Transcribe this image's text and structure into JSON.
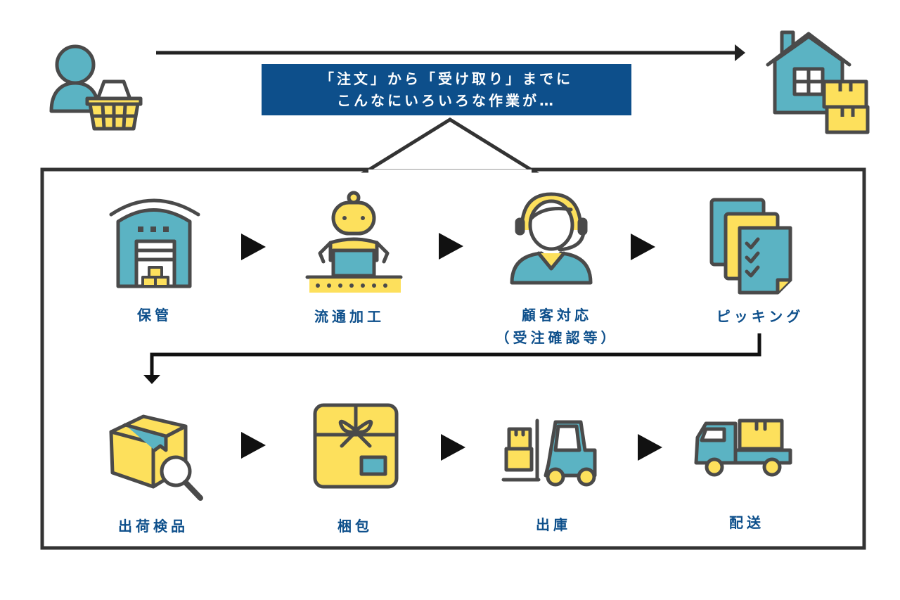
{
  "banner": {
    "line1": "「注文」から「受け取り」までに",
    "line2": "こんなにいろいろな作業が…"
  },
  "steps": [
    {
      "label": "保管",
      "icon": "warehouse-icon"
    },
    {
      "label": "流通加工",
      "icon": "robot-conveyor-icon"
    },
    {
      "label": "顧客対応",
      "sublabel": "（受注確認等）",
      "icon": "operator-headset-icon"
    },
    {
      "label": "ピッキング",
      "icon": "checklist-documents-icon"
    },
    {
      "label": "出荷検品",
      "icon": "box-magnifier-icon"
    },
    {
      "label": "梱包",
      "icon": "gift-package-icon"
    },
    {
      "label": "出庫",
      "icon": "forklift-icon"
    },
    {
      "label": "配送",
      "icon": "delivery-truck-icon"
    }
  ],
  "colors": {
    "blue": "#5bb3c3",
    "yellow": "#fde05c",
    "dark": "#4a4a4a",
    "navy": "#0d4f8b"
  }
}
